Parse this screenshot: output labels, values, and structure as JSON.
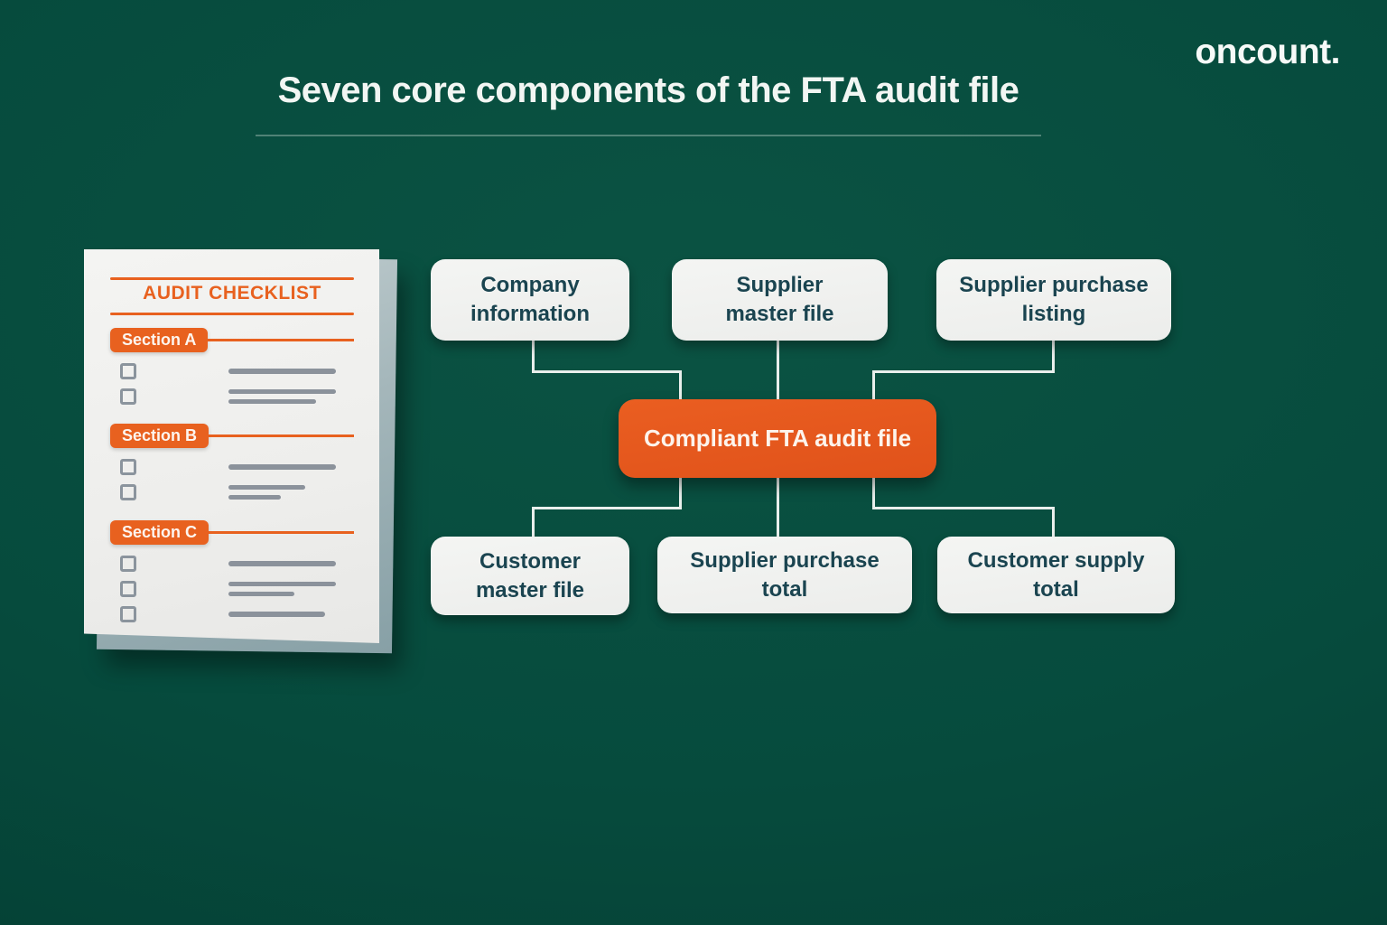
{
  "brand": {
    "logo_text": "oncount."
  },
  "header": {
    "title": "Seven core components of the FTA audit file"
  },
  "checklist": {
    "header": "AUDIT CHECKLIST",
    "sections": [
      {
        "label": "Section A"
      },
      {
        "label": "Section B"
      },
      {
        "label": "Section C"
      }
    ]
  },
  "diagram": {
    "center_node": {
      "label": "Compliant FTA audit file"
    },
    "top_nodes": [
      {
        "label": "Company\ninformation"
      },
      {
        "label": "Supplier\nmaster file"
      },
      {
        "label": "Supplier purchase\nlisting"
      }
    ],
    "bottom_nodes": [
      {
        "label": "Customer\nmaster file"
      },
      {
        "label": "Supplier purchase\ntotal"
      },
      {
        "label": "Customer supply\ntotal"
      }
    ]
  },
  "colors": {
    "background_green": "#064B3D",
    "accent_orange": "#E8611F",
    "node_background": "#F1F2F0",
    "node_text": "#1A4450",
    "connector": "#E9EFEC",
    "placeholder_gray": "#8B929B",
    "paper_back_gray": "#A5B7BB"
  }
}
